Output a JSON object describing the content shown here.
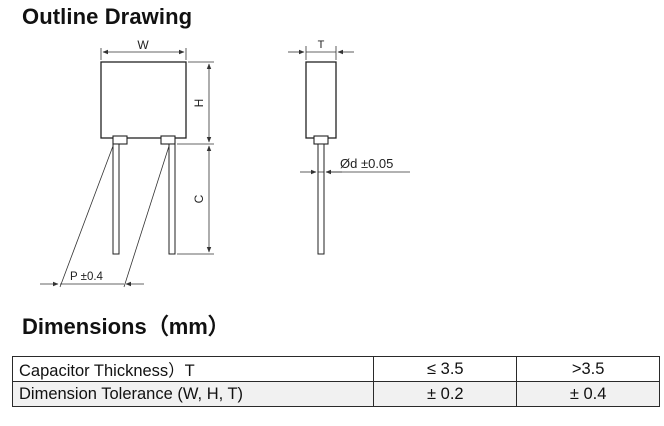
{
  "header": {
    "title": "Outline Drawing"
  },
  "drawing": {
    "labels": {
      "width": "W",
      "thickness": "T",
      "height": "H",
      "lead_length": "C",
      "lead_diameter": "Ød ±0.05",
      "pitch": "P ±0.4"
    }
  },
  "dimensions": {
    "title": "Dimensions（mm）",
    "rows": [
      {
        "label": "Capacitor Thickness）T",
        "v1": "≤ 3.5",
        "v2": ">3.5"
      },
      {
        "label": "Dimension Tolerance (W,  H,  T)",
        "v1": "± 0.2",
        "v2": "± 0.4"
      }
    ]
  }
}
